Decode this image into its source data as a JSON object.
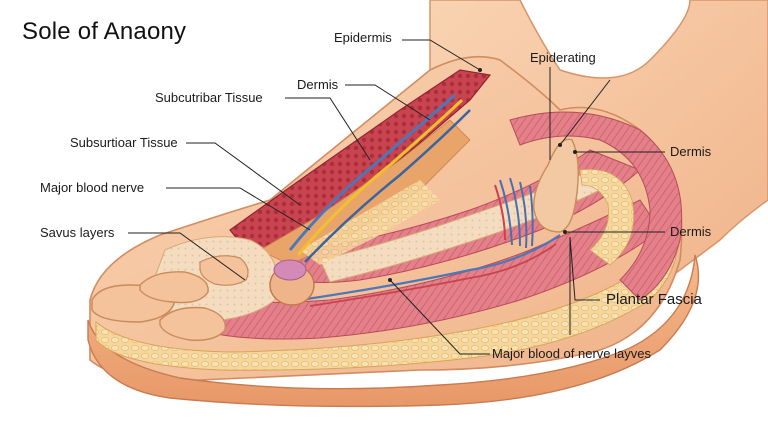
{
  "title": "Sole of Anaony",
  "labels": {
    "epidermis": "Epidermis",
    "dermis_top": "Dermis",
    "subcutaneous_1": "Subcutribar Tissue",
    "subcutaneous_2": "Subsurtioar Tissue",
    "major_blood_nerve": "Major blood nerve",
    "savus_layers": "Savus layers",
    "epiderating": "Epiderating",
    "dermis_right_1": "Dermis",
    "dermis_right_2": "Dermis",
    "plantar_fascia": "Plantar Fascia",
    "major_blood_layves": "Major blood of nerve layves"
  },
  "colors": {
    "skin": "#f6c39d",
    "skin_dark": "#e09a72",
    "dermis_red": "#c9434f",
    "muscle_pink": "#e5808a",
    "fat_yellow": "#f3cf8c",
    "nerve_blue": "#4a78b8",
    "nerve_yellow": "#f0c030",
    "bone": "#f3d6b4",
    "leader": "#222222"
  }
}
